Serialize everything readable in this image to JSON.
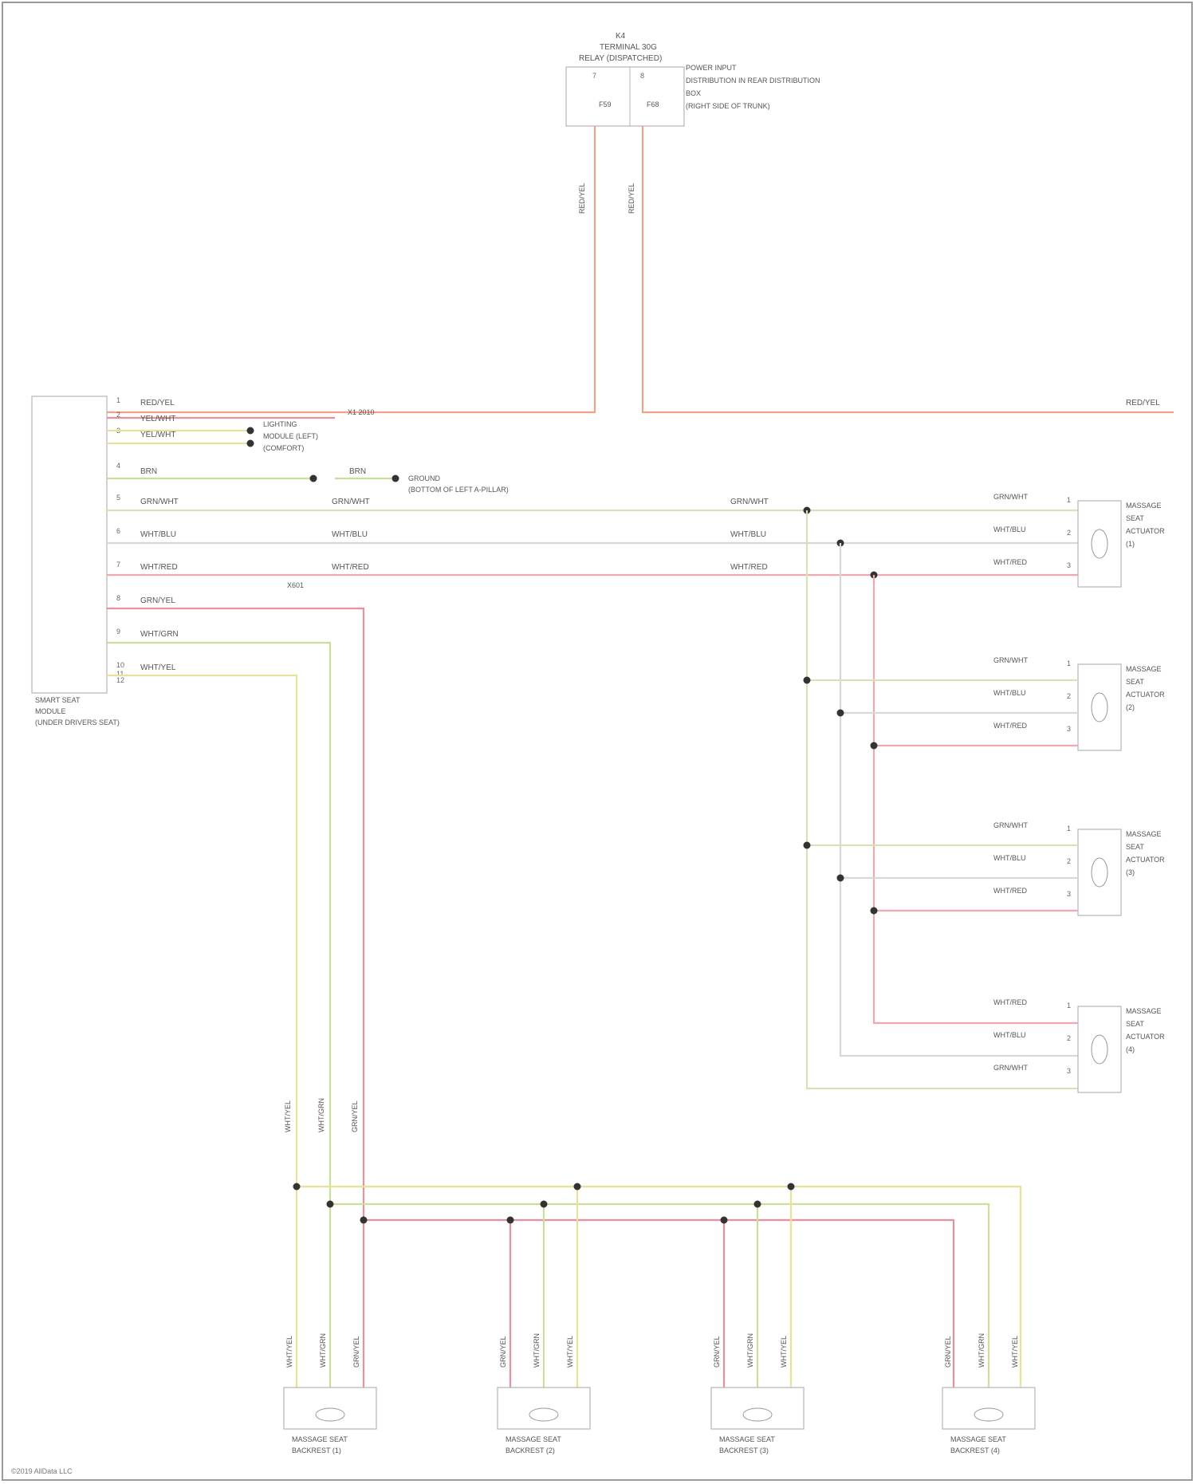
{
  "diagram": {
    "colors": {
      "red": "#f2a086",
      "red_alt": "#e8909c",
      "yellow": "#e9e09a",
      "green": "#c9df9a",
      "gray": "#c8c8c8",
      "pink": "#f0a8ae",
      "white": "#d8d8d8",
      "greenwhite": "#d4e3b9"
    },
    "top_component": {
      "title": [
        "K4",
        "TERMINAL 30G",
        "RELAY (DISPATCHED)"
      ],
      "pins": [
        "7",
        "8"
      ],
      "pin_labels": [
        "F59",
        "F68"
      ],
      "notes": [
        "POWER INPUT",
        "DISTRIBUTION IN REAR DISTRIBUTION",
        "BOX",
        "(RIGHT SIDE OF TRUNK)"
      ],
      "wire_labels": [
        "RED/YEL",
        "RED/YEL"
      ]
    },
    "left_module": {
      "label": [
        "SMART SEAT",
        "MODULE",
        "(UNDER DRIVERS SEAT)"
      ],
      "pins": [
        "1",
        "2",
        "3",
        "4",
        "5",
        "6",
        "7",
        "8",
        "9",
        "10",
        "11",
        "12"
      ],
      "wire_labels": [
        "RED/YEL",
        "YEL/WHT",
        "YEL/WHT",
        "BRN",
        "GRN/WHT",
        "WHT/BLU",
        "WHT/RED",
        "GRN/YEL",
        "WHT/GRN",
        "WHT/YEL"
      ],
      "splice_labels": [
        "X1 2010"
      ],
      "right_wire_label": "RED/YEL",
      "bus_notes": [
        "LIGHTING",
        "MODULE (LEFT)",
        "(COMFORT)"
      ],
      "ground_label": "BRN",
      "ground_note": [
        "GROUND",
        "(BOTTOM OF LEFT A-PILLAR)"
      ],
      "connector_note": "X601"
    },
    "right_elements": [
      {
        "label": [
          "MASSAGE",
          "SEAT",
          "ACTUATOR",
          "(1)"
        ],
        "wires": [
          "GRN/WHT",
          "WHT/BLU",
          "WHT/RED"
        ],
        "pins": [
          "1",
          "2",
          "3"
        ]
      },
      {
        "label": [
          "MASSAGE",
          "SEAT",
          "ACTUATOR",
          "(2)"
        ],
        "wires": [
          "GRN/WHT",
          "WHT/BLU",
          "WHT/RED"
        ],
        "pins": [
          "1",
          "2",
          "3"
        ]
      },
      {
        "label": [
          "MASSAGE",
          "SEAT",
          "ACTUATOR",
          "(3)"
        ],
        "wires": [
          "GRN/WHT",
          "WHT/BLU",
          "WHT/RED"
        ],
        "pins": [
          "1",
          "2",
          "3"
        ]
      },
      {
        "label": [
          "MASSAGE",
          "SEAT",
          "ACTUATOR",
          "(4)"
        ],
        "wires": [
          "WHT/RED",
          "WHT/BLU",
          "GRN/WHT"
        ],
        "pins": [
          "1",
          "2",
          "3"
        ]
      }
    ],
    "mid_wire_labels": [
      "GRN/WHT",
      "WHT/BLU",
      "WHT/RED"
    ],
    "vertical_labels": [
      "WHT/YEL",
      "WHT/GRN",
      "GRN/YEL"
    ],
    "bottom_elements": [
      {
        "label": [
          "MASSAGE SEAT",
          "BACKREST (1)"
        ],
        "wires": [
          "WHT/YEL",
          "WHT/GRN",
          "GRN/YEL"
        ]
      },
      {
        "label": [
          "MASSAGE SEAT",
          "BACKREST (2)"
        ],
        "wires": [
          "GRN/YEL",
          "WHT/GRN",
          "WHT/YEL"
        ]
      },
      {
        "label": [
          "MASSAGE SEAT",
          "BACKREST (3)"
        ],
        "wires": [
          "GRN/YEL",
          "WHT/GRN",
          "WHT/YEL"
        ]
      },
      {
        "label": [
          "MASSAGE SEAT",
          "BACKREST (4)"
        ],
        "wires": [
          "GRN/YEL",
          "WHT/GRN",
          "WHT/YEL"
        ]
      }
    ],
    "footer": "©2019 AllData LLC"
  }
}
